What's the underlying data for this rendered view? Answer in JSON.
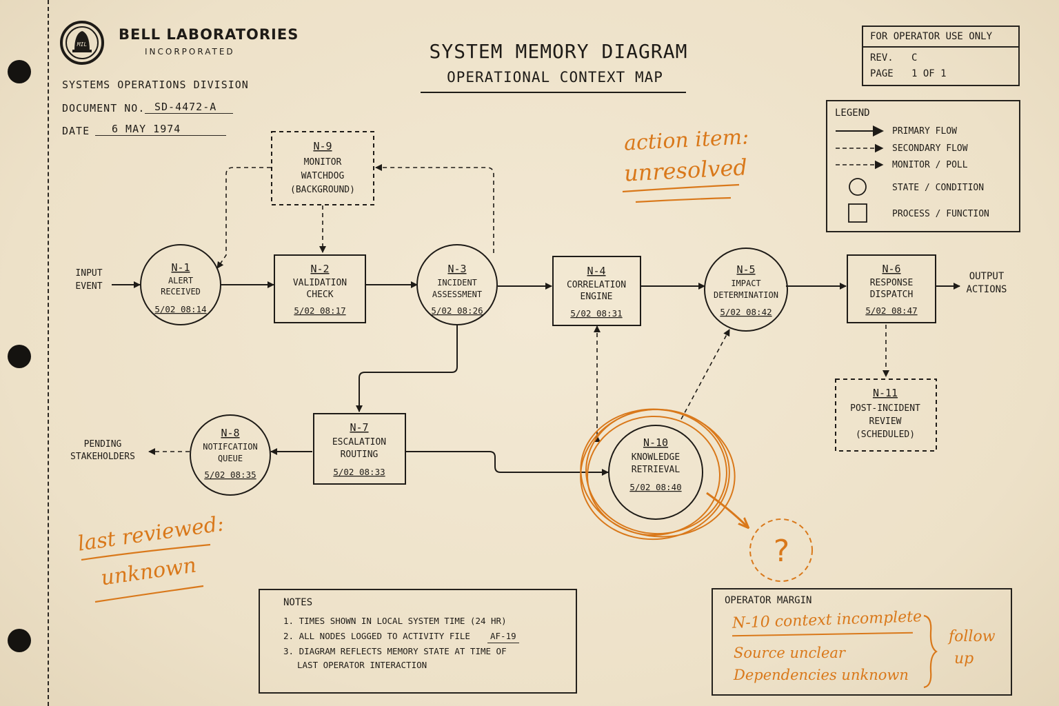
{
  "header": {
    "org_name": "BELL LABORATORIES",
    "org_sub": "INCORPORATED",
    "division": "SYSTEMS  OPERATIONS  DIVISION",
    "doc_label": "DOCUMENT NO.",
    "doc_value": "SD-4472-A",
    "date_label": "DATE",
    "date_value": "6 MAY 1974",
    "title": "SYSTEM MEMORY DIAGRAM",
    "subtitle": "OPERATIONAL CONTEXT MAP"
  },
  "stamp": {
    "line1": "FOR OPERATOR USE ONLY",
    "rev_label": "REV.",
    "rev_value": "C",
    "page_label": "PAGE",
    "page_value": "1 OF 1"
  },
  "legend": {
    "title": "LEGEND",
    "items": [
      {
        "label": "PRIMARY FLOW"
      },
      {
        "label": "SECONDARY FLOW"
      },
      {
        "label": "MONITOR / POLL"
      },
      {
        "label": "STATE / CONDITION"
      },
      {
        "label": "PROCESS / FUNCTION"
      }
    ]
  },
  "diagram": {
    "input_label": [
      "INPUT",
      "EVENT"
    ],
    "output_label": [
      "OUTPUT",
      "ACTIONS"
    ],
    "pending_label": [
      "PENDING",
      "STAKEHOLDERS"
    ],
    "nodes": [
      {
        "id": "N-1",
        "lines": [
          "ALERT",
          "RECEIVED"
        ],
        "time": "5/02  08:14"
      },
      {
        "id": "N-2",
        "lines": [
          "VALIDATION",
          "CHECK"
        ],
        "time": "5/02  08:17"
      },
      {
        "id": "N-3",
        "lines": [
          "INCIDENT",
          "ASSESSMENT"
        ],
        "time": "5/02  08:26"
      },
      {
        "id": "N-4",
        "lines": [
          "CORRELATION",
          "ENGINE"
        ],
        "time": "5/02  08:31"
      },
      {
        "id": "N-5",
        "lines": [
          "IMPACT",
          "DETERMINATION"
        ],
        "time": "5/02  08:42"
      },
      {
        "id": "N-6",
        "lines": [
          "RESPONSE",
          "DISPATCH"
        ],
        "time": "5/02  08:47"
      },
      {
        "id": "N-7",
        "lines": [
          "ESCALATION",
          "ROUTING"
        ],
        "time": "5/02  08:33"
      },
      {
        "id": "N-8",
        "lines": [
          "NOTIFCATION",
          "QUEUE"
        ],
        "time": "5/02  08:35"
      },
      {
        "id": "N-9",
        "lines": [
          "MONITOR",
          "WATCHDOG",
          "(BACKGROUND)"
        ],
        "time": ""
      },
      {
        "id": "N-10",
        "lines": [
          "KNOWLEDGE",
          "RETRIEVAL"
        ],
        "time": "5/02  08:40"
      },
      {
        "id": "N-11",
        "lines": [
          "POST-INCIDENT",
          "REVIEW",
          "(SCHEDULED)"
        ],
        "time": ""
      }
    ],
    "question_mark": "?"
  },
  "notes": {
    "title": "NOTES",
    "items": [
      "1. TIMES SHOWN IN LOCAL SYSTEM TIME (24 HR)",
      "2. ALL NODES LOGGED TO ACTIVITY FILE",
      "3. DIAGRAM REFLECTS MEMORY STATE AT TIME OF"
    ],
    "file_ref": "AF-19",
    "item3_cont": "LAST OPERATOR INTERACTION"
  },
  "operator_margin": {
    "title": "OPERATOR MARGIN",
    "lines": [
      "N-10 context incomplete",
      "Source unclear",
      "Dependencies unknown"
    ],
    "brace_note": [
      "follow",
      "up"
    ]
  },
  "annotations": {
    "action_item": [
      "action item:",
      "unresolved"
    ],
    "last_reviewed": [
      "last reviewed:",
      "unknown"
    ]
  },
  "colors": {
    "ink": "#1e1b17",
    "paper": "#efe4cd",
    "annotation": "#d9781a"
  }
}
